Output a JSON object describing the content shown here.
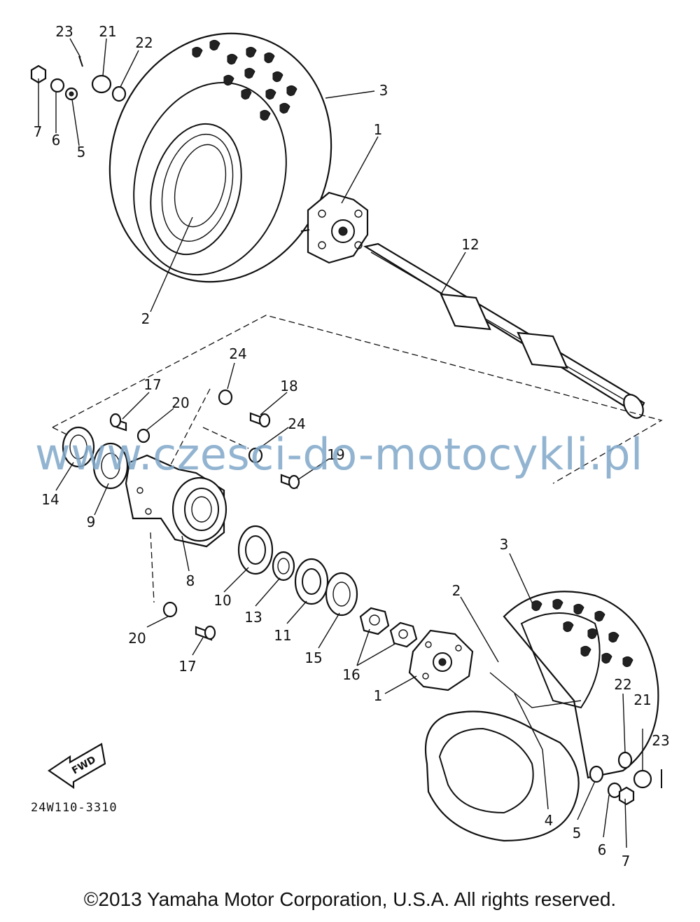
{
  "diagram": {
    "drawing_code": "24W110-3310",
    "watermark": "www.czesci-do-motocykli.pl",
    "copyright": "©2013 Yamaha Motor Corporation, U.S.A. All rights reserved.",
    "direction_arrow": "FWD",
    "callouts": {
      "c1a": "1",
      "c1b": "1",
      "c2a": "2",
      "c2b": "2",
      "c3a": "3",
      "c3b": "3",
      "c4": "4",
      "c5a": "5",
      "c5b": "5",
      "c6a": "6",
      "c6b": "6",
      "c7a": "7",
      "c7b": "7",
      "c8": "8",
      "c9": "9",
      "c10": "10",
      "c11": "11",
      "c12": "12",
      "c13": "13",
      "c14": "14",
      "c15": "15",
      "c16": "16",
      "c17a": "17",
      "c17b": "17",
      "c18": "18",
      "c19": "19",
      "c20a": "20",
      "c20b": "20",
      "c21a": "21",
      "c21b": "21",
      "c22a": "22",
      "c22b": "22",
      "c23a": "23",
      "c23b": "23",
      "c24a": "24",
      "c24b": "24"
    }
  }
}
